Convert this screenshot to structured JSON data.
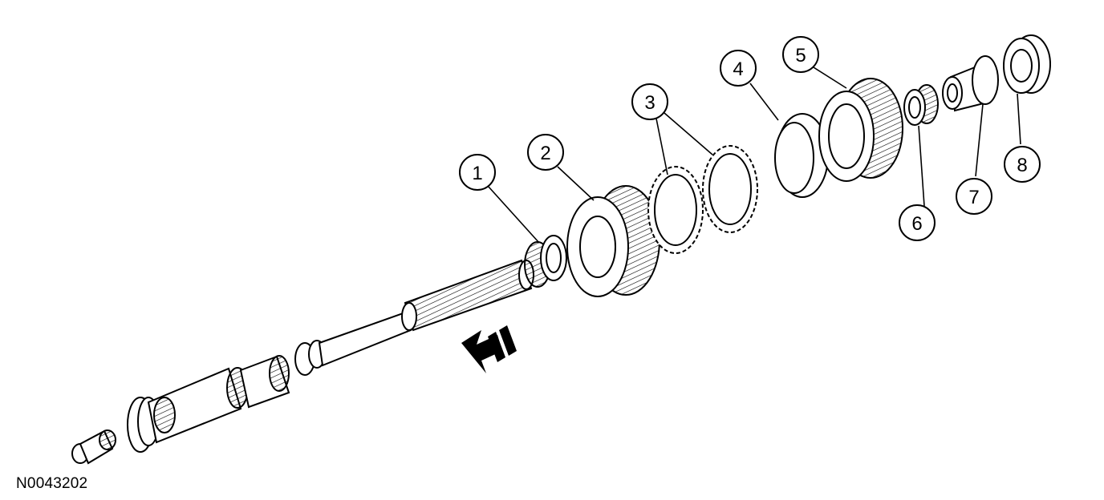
{
  "figure": {
    "id": "N0043202",
    "callouts": [
      {
        "number": "1"
      },
      {
        "number": "2"
      },
      {
        "number": "3"
      },
      {
        "number": "4"
      },
      {
        "number": "5"
      },
      {
        "number": "6"
      },
      {
        "number": "7"
      },
      {
        "number": "8"
      }
    ]
  }
}
